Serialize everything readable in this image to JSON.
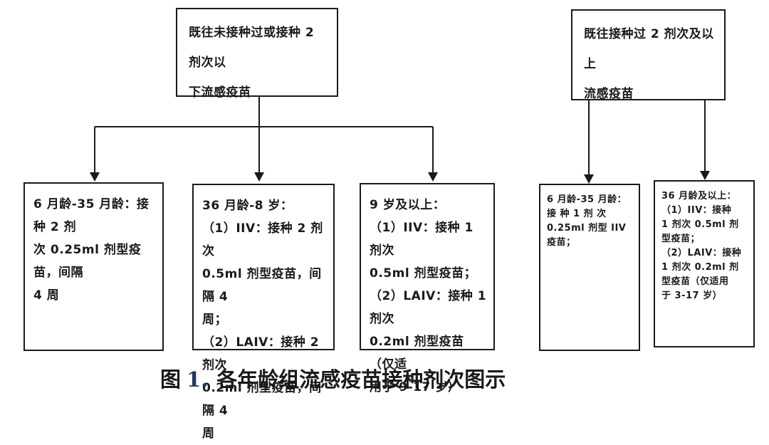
{
  "figure": {
    "colors": {
      "ink": "#1a1a1a",
      "caption_number": "#1f3864",
      "background": "#ffffff"
    },
    "top_boxes": {
      "left": "既往未接种过或接种 2 剂次以\n下流感疫苗",
      "right": "既往接种过 2 剂次及以上\n流感疫苗"
    },
    "bottom_boxes": [
      "6 月龄-35 月龄：接种 2 剂\n次 0.25ml 剂型疫苗，间隔\n4 周",
      "36 月龄-8 岁：\n（1）IIV：接种 2 剂次\n0.5ml 剂型疫苗，间隔 4\n周；\n（2）LAIV：接种 2 剂次\n0.2ml 剂型疫苗，间隔 4\n周",
      "9 岁及以上：\n（1）IIV：接种 1 剂次\n0.5ml 剂型疫苗；\n（2）LAIV：接种 1 剂次\n0.2ml 剂型疫苗（仅适\n用于 9-17 岁）",
      "6 月龄-35 月龄：\n接 种 1 剂 次\n0.25ml 剂型 IIV\n疫苗；",
      "36 月龄及以上：\n（1）IIV：接种\n1 剂次 0.5ml 剂\n型疫苗；\n（2）LAIV：接种\n1 剂次 0.2ml 剂\n型疫苗（仅适用\n于 3-17 岁）"
    ],
    "caption": {
      "figure_label": "图",
      "figure_number": "1.",
      "title": "各年龄组流感疫苗接种剂次图示"
    }
  }
}
